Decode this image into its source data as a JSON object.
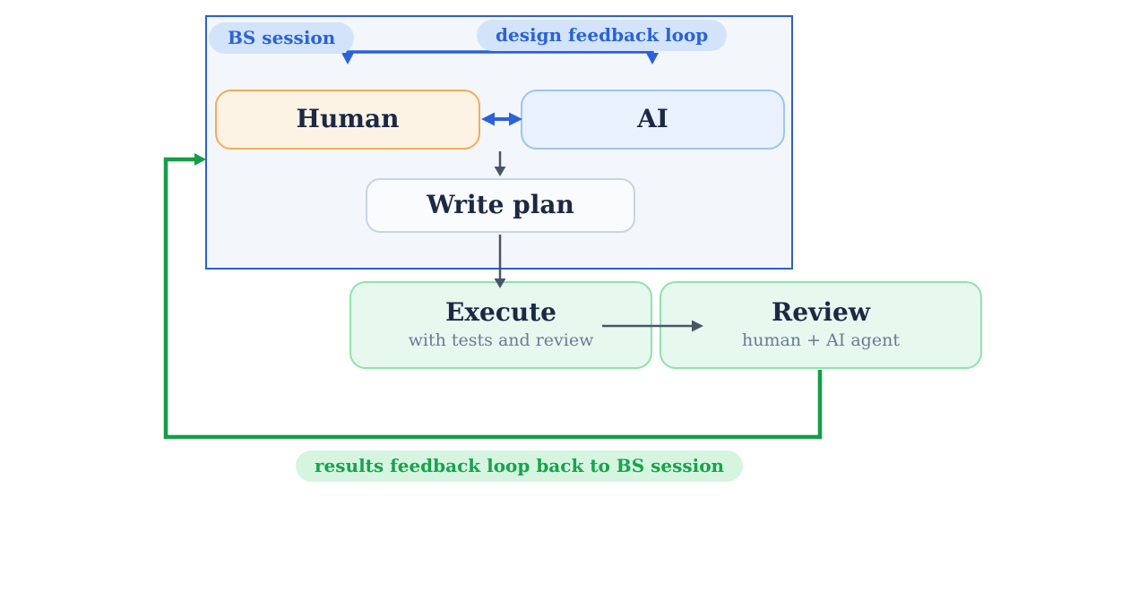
{
  "diagram": {
    "container": {
      "label": "BS session"
    },
    "top_arrow": {
      "label": "design feedback loop"
    },
    "nodes": {
      "human": {
        "label": "Human"
      },
      "ai": {
        "label": "AI"
      },
      "write_plan": {
        "label": "Write plan"
      },
      "execute": {
        "label": "Execute",
        "sublabel": "with tests and review"
      },
      "review": {
        "label": "Review",
        "sublabel": "human + AI agent"
      }
    },
    "loop_label": "results feedback loop back to BS session",
    "edges": [
      {
        "from": "ai",
        "to": "human",
        "style": "double-headed-horizontal",
        "color": "blue"
      },
      {
        "from": "human-and-ai",
        "to": "write_plan",
        "style": "arrow-down",
        "color": "slate",
        "label": "design feedback loop"
      },
      {
        "from": "write_plan",
        "to": "execute",
        "style": "arrow-down",
        "color": "slate"
      },
      {
        "from": "execute",
        "to": "review",
        "style": "arrow-right",
        "color": "slate"
      },
      {
        "from": "review",
        "to": "bs-session-container",
        "style": "orthogonal-loop",
        "color": "green",
        "label": "results feedback loop back to BS session"
      }
    ]
  },
  "colors": {
    "container-border": "#2e5ed6",
    "container-fill": "#f3f7fc",
    "blue-badge-bg": "#d3e3fa",
    "blue-text": "#2a63d9",
    "arrow-blue": "#2a62dc",
    "human-fill": "#fdf3e4",
    "human-border": "#f4ab57",
    "ai-fill": "#e9f1fc",
    "ai-border": "#9cc5f0",
    "plan-fill": "#fafbfd",
    "plan-border": "#cad3df",
    "green-fill": "#e7f8ee",
    "green-border": "#90e2ab",
    "title-text": "#1b2945",
    "subtitle-text": "#6b7b97",
    "arrow-slate": "#4a5568",
    "arrow-green": "#149e47",
    "green-badge-bg": "#d6f5e1",
    "green-text": "#17a34b"
  }
}
